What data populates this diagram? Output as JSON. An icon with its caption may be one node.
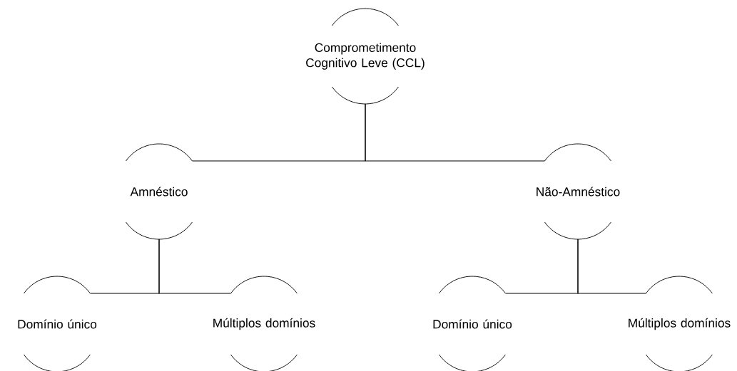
{
  "diagram": {
    "nodes": [
      {
        "text": [
          "Comprometimento Cognitivo Leve (CCL)"
        ]
      },
      {
        "text": [
          "Amnéstico"
        ]
      },
      {
        "text": [
          "Não-Amnéstico"
        ]
      },
      {
        "text": [
          "Domínio único"
        ]
      },
      {
        "text": [
          "Múltiplos domínios"
        ]
      },
      {
        "text": [
          "Domínio único"
        ]
      },
      {
        "text": [
          "Múltiplos domínios"
        ]
      }
    ],
    "edges": [
      {
        "from": 0,
        "to": 1,
        "arrow": "none"
      },
      {
        "from": 0,
        "to": 2,
        "arrow": "none"
      },
      {
        "from": 1,
        "to": 3,
        "arrow": "none"
      },
      {
        "from": 1,
        "to": 4,
        "arrow": "none"
      },
      {
        "from": 2,
        "to": 5,
        "arrow": "none"
      },
      {
        "from": 2,
        "to": 6,
        "arrow": "none"
      }
    ]
  }
}
